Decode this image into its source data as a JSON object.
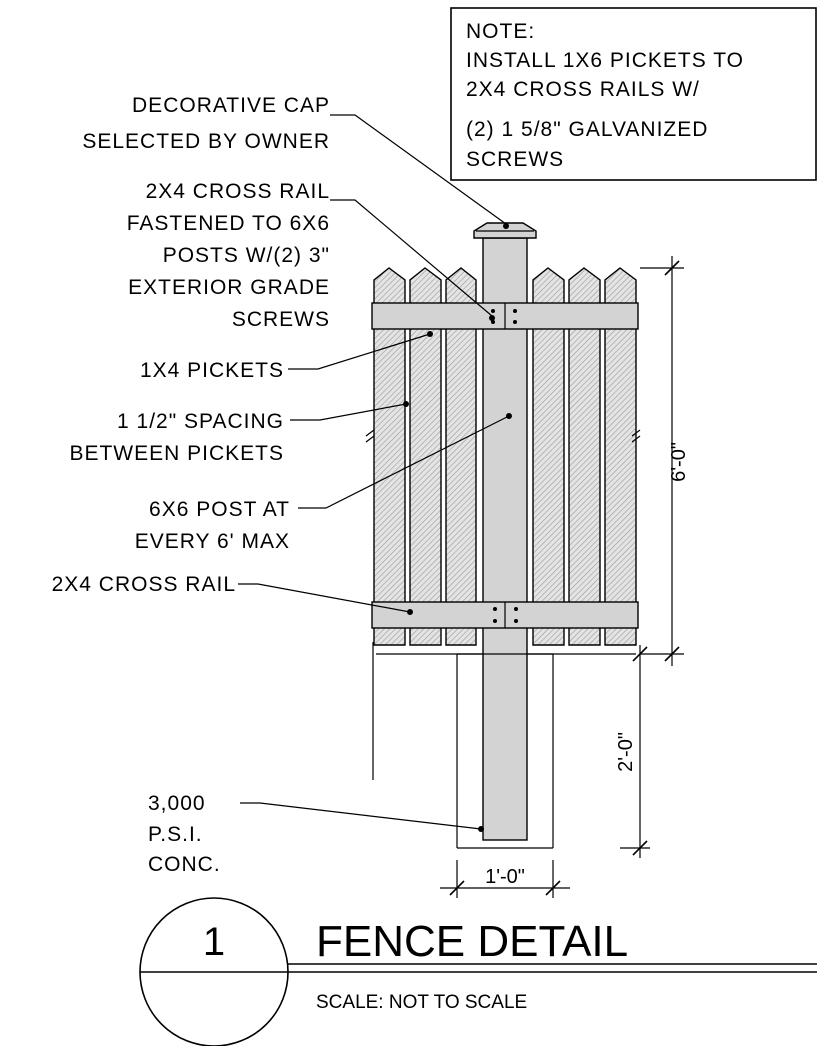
{
  "note": {
    "lines": [
      "NOTE:",
      "INSTALL 1X6 PICKETS TO",
      "2X4 CROSS RAILS W/",
      "(2) 1 5/8\" GALVANIZED",
      "SCREWS"
    ]
  },
  "callouts": {
    "cap": [
      "DECORATIVE CAP",
      "SELECTED BY OWNER"
    ],
    "top_rail": [
      "2X4 CROSS RAIL",
      "FASTENED TO 6X6",
      "POSTS W/(2) 3\"",
      "EXTERIOR GRADE",
      "SCREWS"
    ],
    "pickets": [
      "1X4 PICKETS"
    ],
    "spacing": [
      "1 1/2\" SPACING",
      "BETWEEN PICKETS"
    ],
    "post": [
      "6X6 POST AT",
      "EVERY 6' MAX"
    ],
    "bottom_rail": [
      "2X4 CROSS RAIL"
    ],
    "concrete": [
      "3,000",
      "P.S.I.",
      "CONC."
    ]
  },
  "dimensions": {
    "fence_height": "6'-0\"",
    "footing_depth": "2'-0\"",
    "footing_width": "1'-0\""
  },
  "title_block": {
    "number": "1",
    "title": "FENCE DETAIL",
    "scale": "SCALE: NOT TO SCALE"
  }
}
